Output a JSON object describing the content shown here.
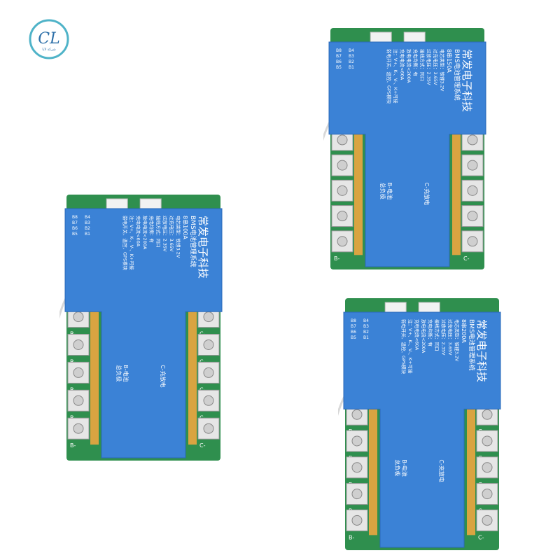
{
  "logo": {
    "monogram": "CL",
    "caption": "شركة لابا"
  },
  "colors": {
    "blue_panel": "#3b82d6",
    "pcb_green": "#2f8f4e",
    "gold": "#d9a441",
    "terminal": "#e6e6e6"
  },
  "boards": [
    {
      "title": "常发电子科技",
      "subtitle": "BMS电池管理系统",
      "model": "8串100A",
      "specs": [
        "电芯类型：铁锂3.2V",
        "过充电压：3.65V",
        "过放电压：2.35V",
        "接线方式：同口",
        "充电均衡：有",
        "放电电流<200A",
        "充电电流<60A"
      ],
      "note": "注：V+、K-、V-、K+可接",
      "note2": "弱电开关、温控、GPS模块",
      "c_label": "C-充放电",
      "b_label": "B-电池",
      "b_label2": "总负极",
      "b_pins": [
        "B8",
        "B7",
        "B6",
        "B5",
        "B4",
        "B3",
        "B2",
        "B1"
      ],
      "b_side": [
        "B-",
        "B-",
        "B-",
        "B-",
        "B-"
      ],
      "c_side": [
        "C-",
        "C-",
        "C-",
        "C-",
        "C-"
      ]
    },
    {
      "title": "常发电子科技",
      "subtitle": "BMS电池管理系统",
      "model": "8串150A",
      "specs": [
        "电芯类型：铁锂3.2V",
        "过充电压：3.65V",
        "过放电压：2.35V",
        "接线方式：同口",
        "充电均衡：有",
        "放电电流<200A",
        "充电电流<60A"
      ],
      "note": "注：V+、K-、V-、K+可接",
      "note2": "弱电开关、温控、GPS模块",
      "c_label": "C-充放电",
      "b_label": "B-电池",
      "b_label2": "总负极",
      "b_pins": [
        "B8",
        "B7",
        "B6",
        "B5",
        "B4",
        "B3",
        "B2",
        "B1"
      ],
      "b_side": [
        "B-",
        "B-",
        "B-",
        "B-",
        "B-"
      ],
      "c_side": [
        "C-",
        "C-",
        "C-",
        "C-",
        "C-"
      ]
    },
    {
      "title": "常发电子科技",
      "subtitle": "BMS电池管理系统",
      "model": "8串200A",
      "specs": [
        "电芯类型：铁锂3.2V",
        "过充电压：3.65V",
        "过放电压：2.35V",
        "接线方式：同口",
        "充电均衡：有",
        "放电电流<200A",
        "充电电流<60A"
      ],
      "note": "注：V+、K-、V-、K+可接",
      "note2": "弱电开关、温控、GPS模块",
      "c_label": "C-充放电",
      "b_label": "B-电池",
      "b_label2": "总负极",
      "b_pins": [
        "B8",
        "B7",
        "B6",
        "B5",
        "B4",
        "B3",
        "B2",
        "B1"
      ],
      "b_side": [
        "B-",
        "B-",
        "B-",
        "B-",
        "B-"
      ],
      "c_side": [
        "C-",
        "C-",
        "C-",
        "C-",
        "C-"
      ]
    }
  ]
}
